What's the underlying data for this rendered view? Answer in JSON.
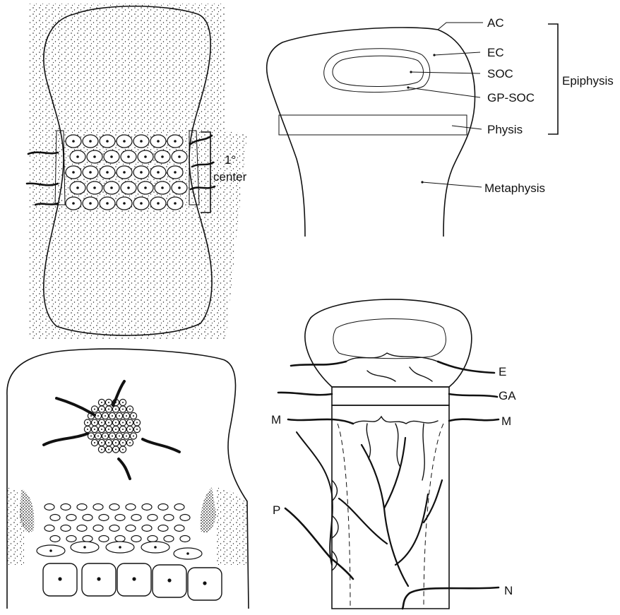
{
  "panel_b": {
    "labels": {
      "ac": "AC",
      "ec": "EC",
      "soc": "SOC",
      "gp_soc": "GP-SOC",
      "physis": "Physis",
      "metaphysis": "Metaphysis",
      "epiphysis": "Epiphysis"
    }
  },
  "panel_a": {
    "center_line1": "1°",
    "center_line2": "center"
  },
  "panel_d": {
    "labels": {
      "e": "E",
      "ga": "GA",
      "m_left": "M",
      "m_right": "M",
      "p": "P",
      "n": "N"
    }
  },
  "colors": {
    "ink": "#111111",
    "soc_fill": "#cfcfcf",
    "background": "#ffffff"
  }
}
